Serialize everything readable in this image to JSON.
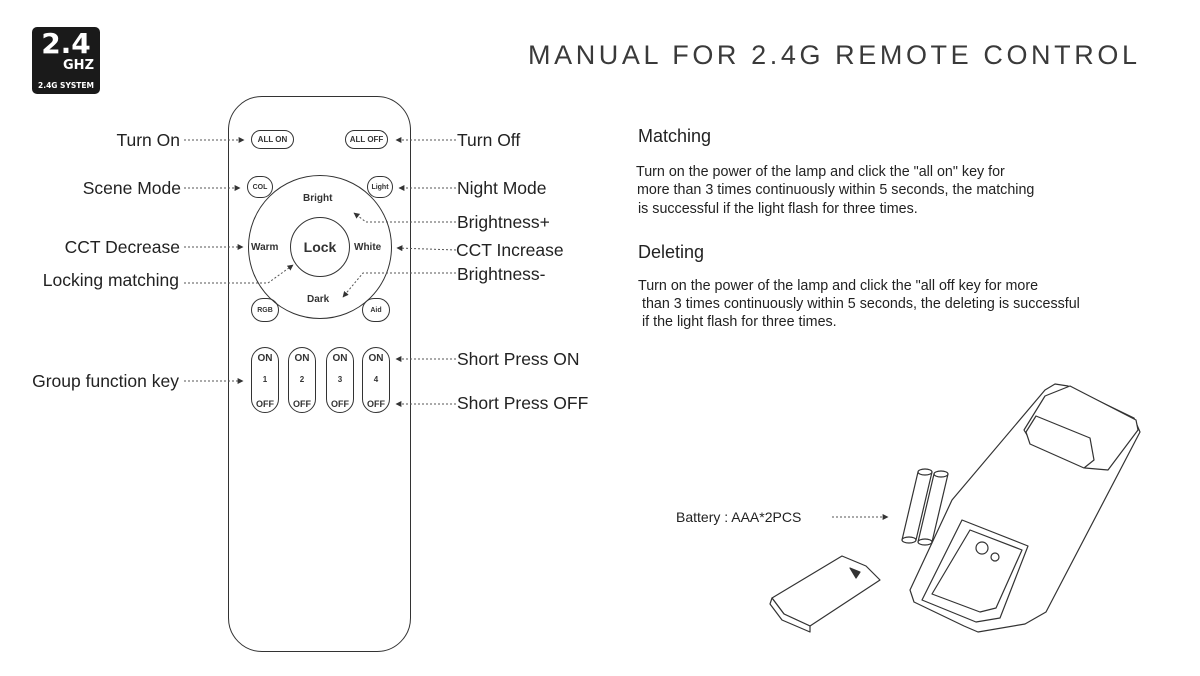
{
  "badge": {
    "big": "2.4",
    "ghz": "GHZ",
    "system": "2.4G SYSTEM"
  },
  "title": "MANUAL FOR 2.4G REMOTE CONTROL",
  "remote": {
    "all_on": "ALL ON",
    "all_off": "ALL OFF",
    "col": "COL",
    "light": "Light",
    "bright": "Bright",
    "warm": "Warm",
    "lock": "Lock",
    "white": "White",
    "dark": "Dark",
    "rgb": "RGB",
    "aid": "Aid",
    "groups": [
      {
        "on": "ON",
        "num": "1",
        "off": "OFF"
      },
      {
        "on": "ON",
        "num": "2",
        "off": "OFF"
      },
      {
        "on": "ON",
        "num": "3",
        "off": "OFF"
      },
      {
        "on": "ON",
        "num": "4",
        "off": "OFF"
      }
    ]
  },
  "labels": {
    "turn_on": "Turn On",
    "turn_off": "Turn Off",
    "scene_mode": "Scene Mode",
    "night_mode": "Night Mode",
    "brightness_plus": "Brightness+",
    "cct_decrease": "CCT Decrease",
    "cct_increase": "CCT Increase",
    "locking_matching": "Locking matching",
    "brightness_minus": "Brightness-",
    "short_press_on": "Short Press ON",
    "group_function_key": "Group function key",
    "short_press_off": "Short Press OFF"
  },
  "matching": {
    "heading": "Matching",
    "line1": "Turn on the power of the lamp and click the \"all on\" key for",
    "line2": "more than 3 times continuously within 5 seconds, the matching",
    "line3": "is successful if the light flash for three times."
  },
  "deleting": {
    "heading": "Deleting",
    "line1": "Turn on the power of the lamp and click the \"all off key for more",
    "line2": " than 3 times continuously within 5 seconds, the deleting is successful",
    "line3": " if the light flash for three times."
  },
  "battery_label": "Battery : AAA*2PCS"
}
